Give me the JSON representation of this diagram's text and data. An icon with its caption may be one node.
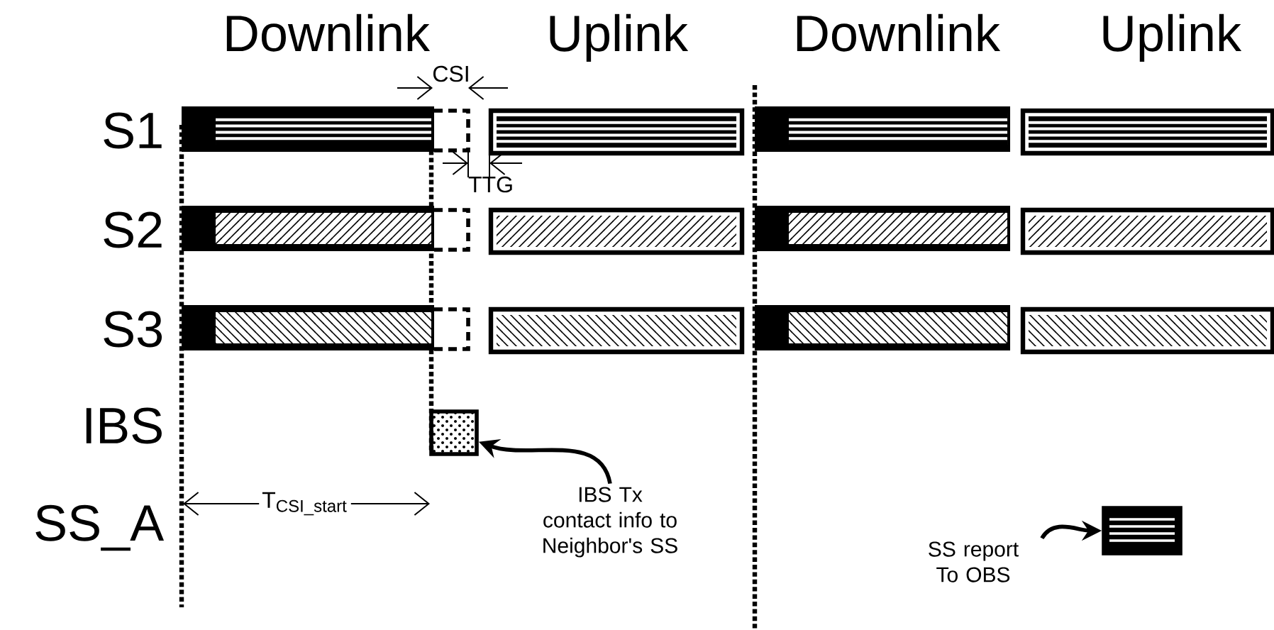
{
  "diagram": {
    "nodes": [
      {
        "text": [],
        "shape": "box"
      },
      {
        "text": [
          "IBS Tx contact info to Neighbor's SS"
        ]
      },
      {
        "text": [
          "SS report To OBS"
        ]
      },
      {
        "text": [],
        "shape": "box"
      }
    ],
    "edges": [
      {
        "from": 1,
        "to": 0,
        "arrow": "to"
      },
      {
        "from": 2,
        "to": 3,
        "arrow": "to"
      }
    ],
    "labels": [
      "Downlink",
      "Uplink",
      "Downlink",
      "Uplink",
      "CSI",
      "S1",
      "TTG",
      "S2",
      "S3",
      "IBS",
      "SS_A",
      "T$_{CSI_start}$"
    ]
  }
}
